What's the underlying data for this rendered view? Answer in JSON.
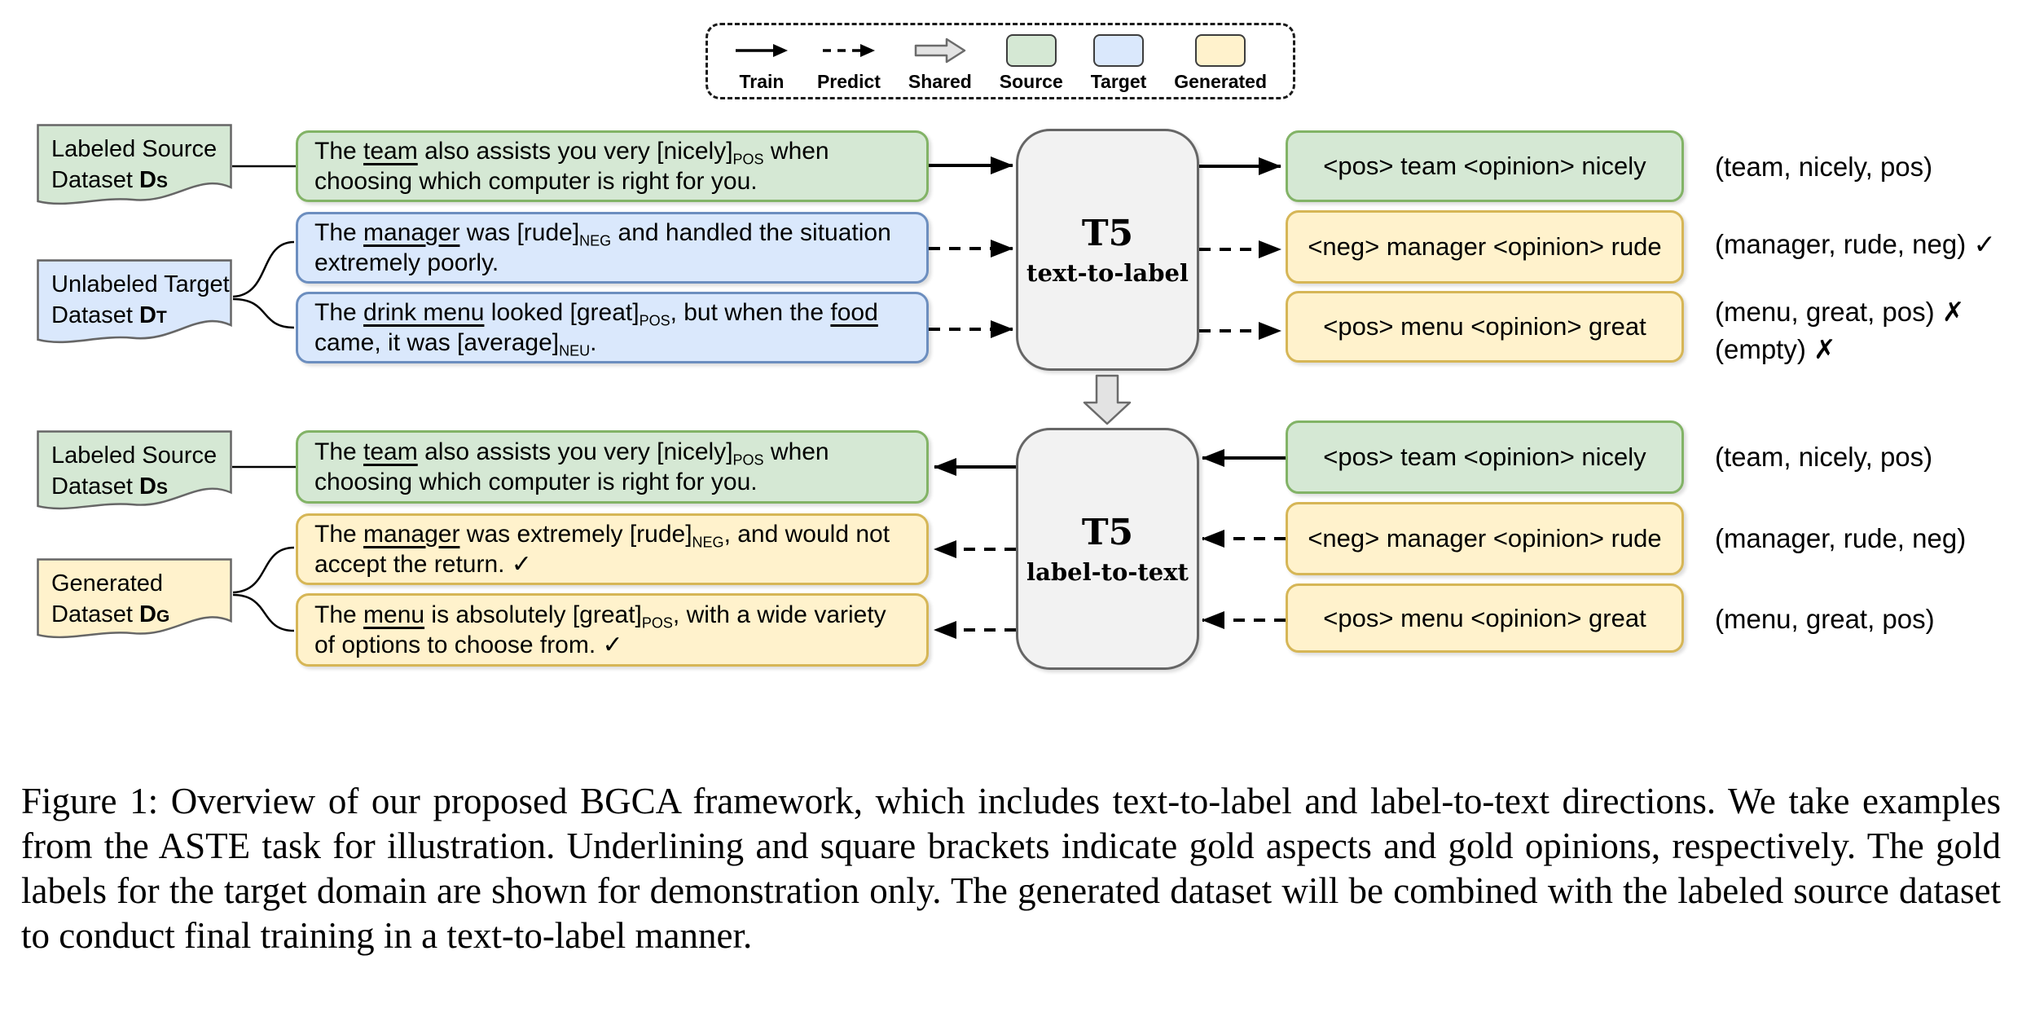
{
  "legend": {
    "items": [
      {
        "label": "Train"
      },
      {
        "label": "Predict"
      },
      {
        "label": "Shared"
      },
      {
        "label": "Source"
      },
      {
        "label": "Target"
      },
      {
        "label": "Generated"
      }
    ]
  },
  "colors": {
    "source_fill": "#d5e8d4",
    "source_border": "#82b366",
    "target_fill": "#dae8fc",
    "target_border": "#6c8ebf",
    "generated_fill": "#fff2cc",
    "generated_border": "#d6b656",
    "model_fill": "#f2f2f2",
    "model_border": "#666666"
  },
  "top": {
    "datasets": [
      {
        "line1": "Labeled Source",
        "line2": [
          {
            "t": "Dataset "
          },
          {
            "t": "D",
            "b": true
          },
          {
            "t": "S",
            "small": true
          }
        ]
      },
      {
        "line1": "Unlabeled Target",
        "line2": [
          {
            "t": "Dataset "
          },
          {
            "t": "D",
            "b": true
          },
          {
            "t": "T",
            "small": true
          }
        ]
      }
    ],
    "sentences": [
      {
        "segments": [
          {
            "t": "The "
          },
          {
            "t": "team",
            "u": true
          },
          {
            "t": " also assists you very [nicely]"
          },
          {
            "t": "POS",
            "sub": true
          },
          {
            "t": " when choosing which computer is right for you."
          }
        ]
      },
      {
        "segments": [
          {
            "t": "The "
          },
          {
            "t": "manager",
            "u": true
          },
          {
            "t": " was [rude]"
          },
          {
            "t": "NEG",
            "sub": true
          },
          {
            "t": " and handled the situation extremely poorly."
          }
        ]
      },
      {
        "segments": [
          {
            "t": "The "
          },
          {
            "t": "drink menu",
            "u": true
          },
          {
            "t": " looked [great]"
          },
          {
            "t": "POS",
            "sub": true
          },
          {
            "t": ", but when the "
          },
          {
            "t": "food",
            "u": true
          },
          {
            "t": " came, it was [average]"
          },
          {
            "t": "NEU",
            "sub": true
          },
          {
            "t": "."
          }
        ]
      }
    ],
    "model": {
      "title": "T5",
      "subtitle": "text-to-label"
    },
    "outputs": [
      {
        "text": "<pos> team <opinion> nicely"
      },
      {
        "text": "<neg> manager <opinion> rude"
      },
      {
        "text": "<pos> menu <opinion> great"
      }
    ],
    "tuples": [
      {
        "lines": [
          "(team, nicely, pos)"
        ]
      },
      {
        "lines": [
          "(manager, rude, neg) ✓"
        ]
      },
      {
        "lines": [
          "(menu, great, pos) ✗",
          "(empty) ✗"
        ]
      }
    ]
  },
  "bottom": {
    "datasets": [
      {
        "line1": "Labeled Source",
        "line2": [
          {
            "t": "Dataset "
          },
          {
            "t": "D",
            "b": true
          },
          {
            "t": "S",
            "small": true
          }
        ]
      },
      {
        "line1": "Generated",
        "line2": [
          {
            "t": "Dataset "
          },
          {
            "t": "D",
            "b": true
          },
          {
            "t": "G",
            "small": true
          }
        ]
      }
    ],
    "sentences": [
      {
        "segments": [
          {
            "t": "The "
          },
          {
            "t": "team",
            "u": true
          },
          {
            "t": " also assists you very [nicely]"
          },
          {
            "t": "POS",
            "sub": true
          },
          {
            "t": " when choosing which computer is right for you."
          }
        ]
      },
      {
        "segments": [
          {
            "t": "The "
          },
          {
            "t": "manager",
            "u": true
          },
          {
            "t": " was extremely [rude]"
          },
          {
            "t": "NEG",
            "sub": true
          },
          {
            "t": ", and would not accept the return. ✓"
          }
        ]
      },
      {
        "segments": [
          {
            "t": "The "
          },
          {
            "t": "menu",
            "u": true
          },
          {
            "t": " is absolutely [great]"
          },
          {
            "t": "POS",
            "sub": true
          },
          {
            "t": ", with a wide variety of options to choose from. ✓"
          }
        ]
      }
    ],
    "model": {
      "title": "T5",
      "subtitle": "label-to-text"
    },
    "outputs": [
      {
        "text": "<pos> team <opinion> nicely"
      },
      {
        "text": "<neg> manager <opinion> rude"
      },
      {
        "text": "<pos> menu <opinion> great"
      }
    ],
    "tuples": [
      {
        "lines": [
          "(team, nicely, pos)"
        ]
      },
      {
        "lines": [
          "(manager, rude, neg)"
        ]
      },
      {
        "lines": [
          "(menu, great, pos)"
        ]
      }
    ]
  },
  "caption": "Figure 1: Overview of our proposed BGCA framework, which includes text-to-label and label-to-text directions. We take examples from the ASTE task for illustration. Underlining and square brackets indicate gold aspects and gold opinions, respectively. The gold labels for the target domain are shown for demonstration only. The generated dataset will be combined with the labeled source dataset to conduct final training in a text-to-label manner."
}
